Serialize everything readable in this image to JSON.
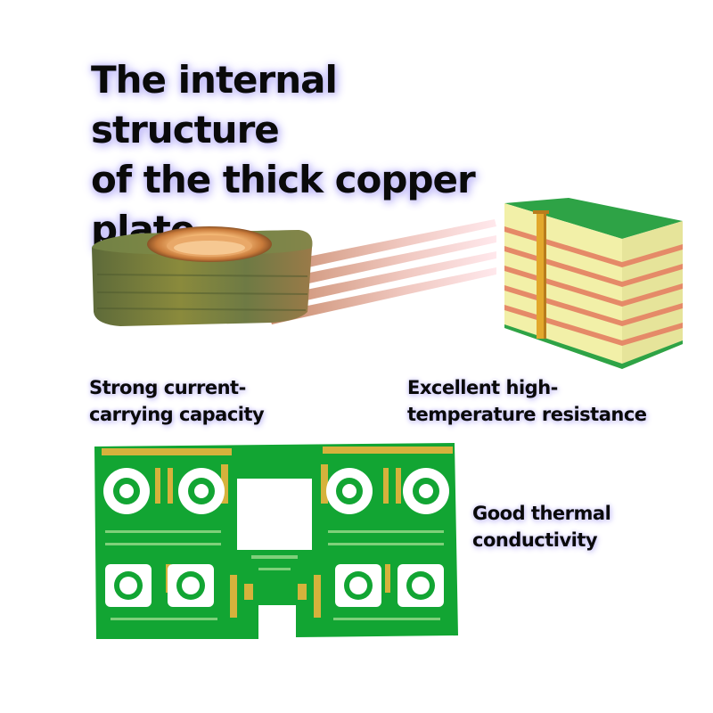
{
  "title": {
    "lines": [
      "The internal structure",
      "of the thick copper",
      "plate"
    ]
  },
  "features": [
    {
      "lines": [
        "Strong current-",
        "carrying capacity"
      ]
    },
    {
      "lines": [
        "Excellent high-",
        "temperature resistance"
      ]
    },
    {
      "lines": [
        "Good thermal",
        "conductivity"
      ]
    }
  ],
  "colors": {
    "pcb_green": "#12a533",
    "copper": "#d4a33a",
    "board_layer": "#f2f0a8",
    "copper_layer": "#e58a68",
    "title_glow": "#c9c3ff"
  },
  "illustrations": [
    "copper-coil-layers",
    "multilayer-board-block",
    "thick-copper-pcb"
  ]
}
